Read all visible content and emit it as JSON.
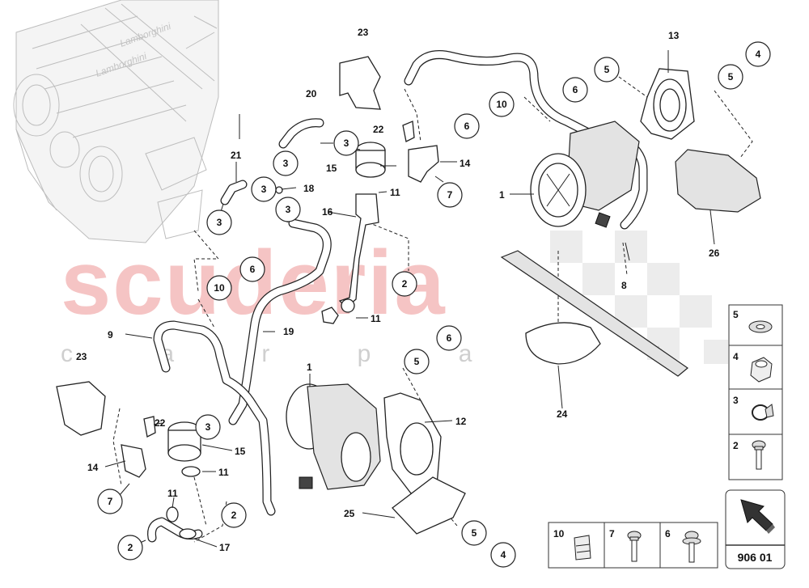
{
  "watermark": {
    "brand": "scuderia",
    "tagline": "c a r p a r t s"
  },
  "diagram_code": "906 01",
  "callout_labels": {
    "l23a": "23",
    "l13": "13",
    "l20": "20",
    "l22a": "22",
    "l21": "21",
    "l15a": "15",
    "l14a": "14",
    "l18": "18",
    "l11a": "11",
    "l16": "16",
    "l1a": "1",
    "l8": "8",
    "l26": "26",
    "l11b": "11",
    "l19": "19",
    "l9": "9",
    "l23b": "23",
    "l1b": "1",
    "l24": "24",
    "l12": "12",
    "l22b": "22",
    "l15b": "15",
    "l14b": "14",
    "l11c": "11",
    "l11d": "11",
    "l25": "25",
    "l17": "17"
  },
  "circle_labels": {
    "c5a": "5",
    "c4a": "4",
    "c6a": "6",
    "c10a": "10",
    "c5b": "5",
    "c6b": "6",
    "c3a": "3",
    "c3b": "3",
    "c3c": "3",
    "c3d": "3",
    "c3e": "3",
    "c7a": "7",
    "c2a": "2",
    "c10b": "10",
    "c6c": "6",
    "c6d": "6",
    "c5c": "5",
    "c3f": "3",
    "c7b": "7",
    "c2b": "2",
    "c2c": "2",
    "c5d": "5",
    "c4b": "4"
  },
  "legend_right": [
    {
      "num": "5",
      "icon": "washer-icon"
    },
    {
      "num": "4",
      "icon": "nut-icon"
    },
    {
      "num": "3",
      "icon": "hose-clamp-icon"
    },
    {
      "num": "2",
      "icon": "bolt-icon"
    }
  ],
  "legend_bottom": [
    {
      "num": "10",
      "icon": "clip-icon"
    },
    {
      "num": "7",
      "icon": "bolt-icon"
    },
    {
      "num": "6",
      "icon": "flange-bolt-icon"
    }
  ],
  "colors": {
    "watermark_red": "#f5c4c4",
    "watermark_grey": "#cfcfcf",
    "line": "#222222"
  }
}
